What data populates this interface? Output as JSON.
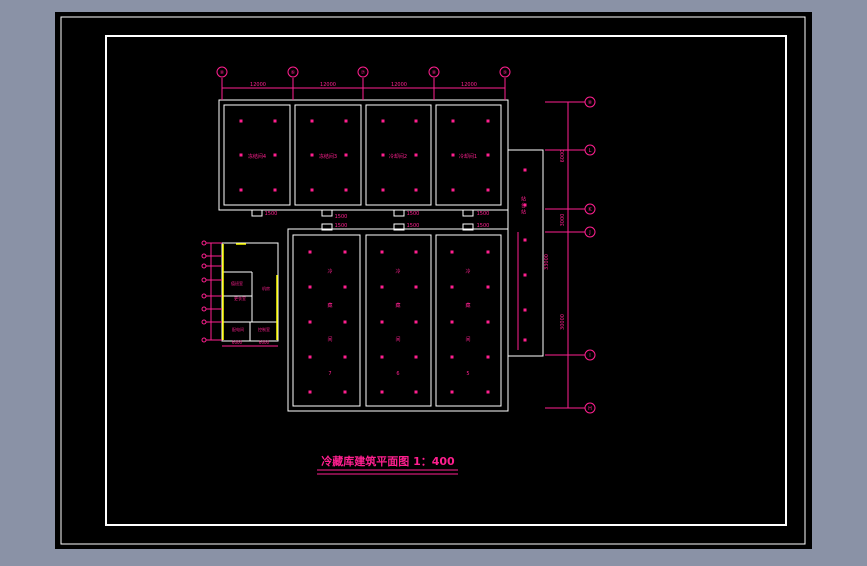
{
  "colors": {
    "background": "#8a92a6",
    "paper": "#000000",
    "frame": "#ffffff",
    "accent": "#ff1f8f",
    "highlight": "#ffff00"
  },
  "drawing": {
    "title": "冷藏库建筑平面图 1：400",
    "grid_top": [
      "⑧",
      "⑥",
      "⑦",
      "⑧",
      "⑨"
    ],
    "grid_top_dims": [
      "12000",
      "12000",
      "12000",
      "12000"
    ],
    "grid_right": [
      "⑧",
      "L",
      "K",
      "J",
      "I",
      "H"
    ],
    "grid_right_dims": [
      "6000",
      "3000",
      "33000",
      "30000"
    ],
    "rooms_top": [
      "冻结间4",
      "冻结间3",
      "冷却间2",
      "冷却间1"
    ],
    "door_dims_top": [
      "1500",
      "1500",
      "1500",
      "1500"
    ],
    "door_dims_bottom": [
      "1500",
      "1500",
      "1500"
    ],
    "corridor_label": "站 台 站",
    "storage_labels": [
      [
        "冷",
        "藏",
        "间",
        "7"
      ],
      [
        "冷",
        "藏",
        "间",
        "6"
      ],
      [
        "冷",
        "藏",
        "间",
        "5"
      ]
    ],
    "office_rooms": [
      "值班室",
      "更衣室",
      "机房",
      "配电间",
      "控制室"
    ],
    "office_dims": [
      "6000",
      "6000"
    ]
  }
}
